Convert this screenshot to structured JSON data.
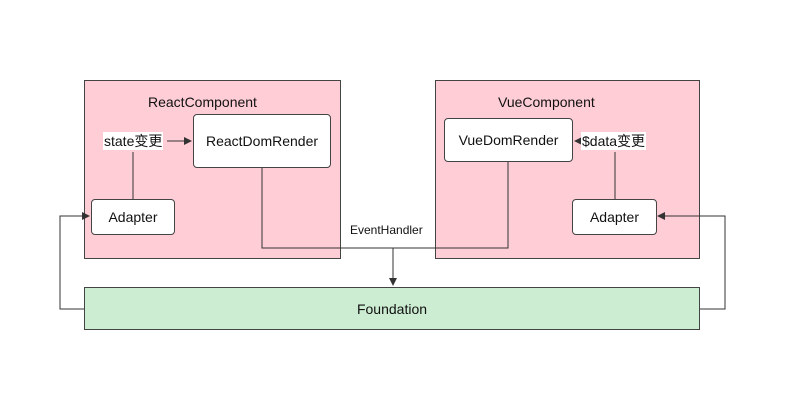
{
  "colors": {
    "panel_fill": "#ffcdd6",
    "foundation_fill": "#ccedd2",
    "line": "#333333",
    "node_fill": "#ffffff"
  },
  "react": {
    "title": "ReactComponent",
    "render_box": "ReactDomRender",
    "adapter_box": "Adapter",
    "state_label": "state变更"
  },
  "vue": {
    "title": "VueComponent",
    "render_box": "VueDomRender",
    "adapter_box": "Adapter",
    "state_label": "$data变更"
  },
  "event_label": "EventHandler",
  "foundation_label": "Foundation"
}
